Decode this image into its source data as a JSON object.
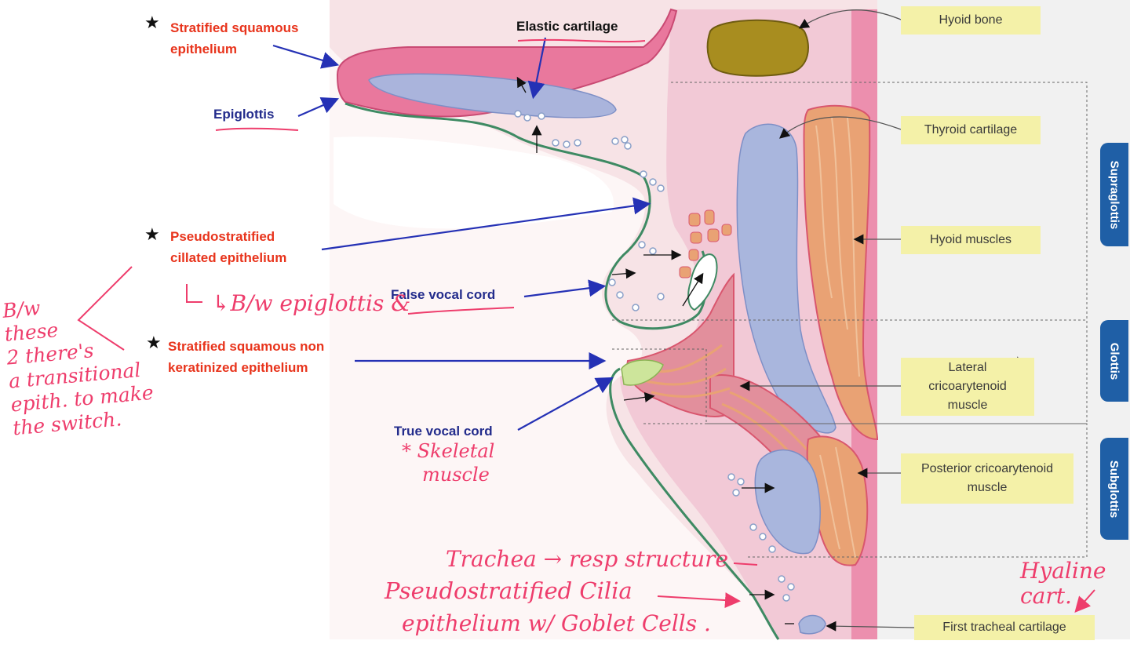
{
  "labels": {
    "elastic_cartilage": "Elastic cartilage",
    "epiglottis": "Epiglottis",
    "false_vocal_cord": "False vocal cord",
    "true_vocal_cord": "True vocal cord",
    "strat_squamous": [
      "Stratified squamous",
      "epithelium"
    ],
    "pseudostratified": [
      "Pseudostratified",
      "cillated epithelium"
    ],
    "strat_nonker": [
      "Stratified squamous non",
      "keratinized epithelium"
    ]
  },
  "boxes": {
    "hyoid_bone": "Hyoid bone",
    "thyroid_cartilage": "Thyroid cartilage",
    "hyoid_muscles": "Hyoid muscles",
    "lateral_crico": [
      "Lateral",
      "cricoarytenoid",
      "muscle"
    ],
    "posterior_crico": [
      "Posterior cricoarytenoid",
      "muscle"
    ],
    "first_tracheal": "First tracheal cartilage"
  },
  "tabs": {
    "supraglottis": "Supraglottis",
    "glottis": "Glottis",
    "subglottis": "Subglottis"
  },
  "handwritten": {
    "between_epiglottis": "↳B/w epiglottis &",
    "skeletal_muscle": [
      "* Skeletal",
      "muscle"
    ],
    "between_these": [
      "B/w",
      "these",
      "2 there's",
      "a transitional",
      "epith. to make",
      "the switch."
    ],
    "trachea_note": "Trachea → resp structure",
    "pseudo_cilia": "Pseudostratified Cilia",
    "goblet": "epithelium w/ Goblet Cells .",
    "hyaline": [
      "Hyaline",
      "cart."
    ]
  },
  "colors": {
    "label_red": "#e8341c",
    "label_blue": "#232c8c",
    "handwriting_pink": "#ee3d6c",
    "callout_yellow": "#f4f1a8",
    "tab_blue": "#1f5fa6",
    "tissue_pink": "#f6d3dc",
    "muscle_orange": "#e9a274",
    "cartilage_blue": "#a9b6dd",
    "bone_olive": "#a88d1f"
  }
}
